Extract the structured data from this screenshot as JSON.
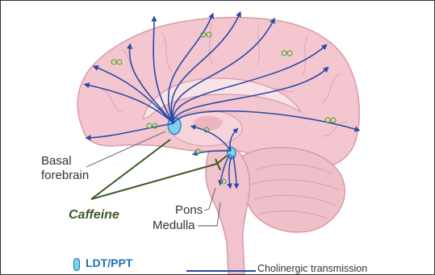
{
  "labels": {
    "basal": "Basal",
    "forebrain": "forebrain",
    "caffeine": "Caffeine",
    "pons": "Pons",
    "medulla": "Medulla"
  },
  "legend": {
    "ldt_ppt": "LDT/PPT",
    "cholinergic": "Cholinergic transmission"
  },
  "colors": {
    "brain_fill": "#f4c7d0",
    "brain_outline": "#d99aa7",
    "pathway": "#2b4aa7",
    "nucleus": "#7fd0ec",
    "caffeine": "#3e5a27",
    "receptor": "#5aa83a"
  }
}
